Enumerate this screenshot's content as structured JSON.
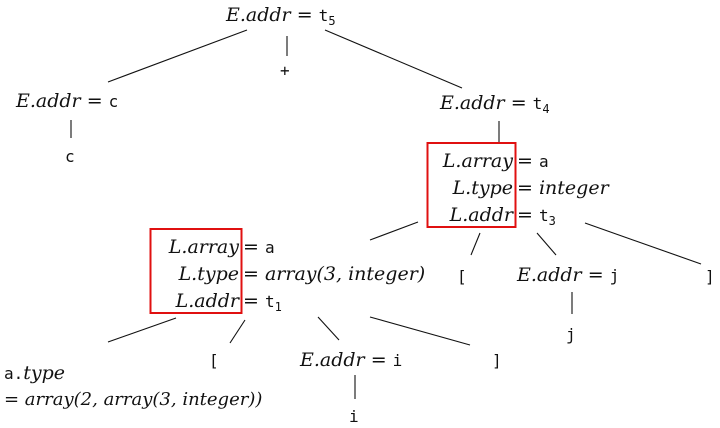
{
  "tree": {
    "root": {
      "lhs": "E.addr",
      "eq": "=",
      "val": "t",
      "sub": "5"
    },
    "plus": "+",
    "e_left": {
      "lhs": "E.addr",
      "eq": "=",
      "val": "c"
    },
    "c_leaf": "c",
    "e_right": {
      "lhs": "E.addr",
      "eq": "=",
      "val": "t",
      "sub": "4"
    },
    "l_outer": {
      "array_attr": "L.array",
      "array_eq": "=",
      "array_val": "a",
      "type_attr": "L.type",
      "type_eq": "=",
      "type_val": "integer",
      "addr_attr": "L.addr",
      "addr_eq": "=",
      "addr_val": "t",
      "addr_sub": "3"
    },
    "lbracket_outer": "[",
    "e_j": {
      "lhs": "E.addr",
      "eq": "=",
      "val": "j"
    },
    "j_leaf": "j",
    "rbracket_outer": "]",
    "l_inner": {
      "array_attr": "L.array",
      "array_eq": "=",
      "array_val": "a",
      "type_attr": "L.type",
      "type_eq": "=",
      "type_val": "array(3, integer)",
      "addr_attr": "L.addr",
      "addr_eq": "=",
      "addr_val": "t",
      "addr_sub": "1"
    },
    "a_type": {
      "obj": "a.",
      "attr": "type",
      "line2": "= array(2, array(3, integer))"
    },
    "lbracket_inner": "[",
    "e_i": {
      "lhs": "E.addr",
      "eq": "=",
      "val": "i"
    },
    "i_leaf": "i",
    "rbracket_inner": "]"
  },
  "highlight_color": "#e01010"
}
